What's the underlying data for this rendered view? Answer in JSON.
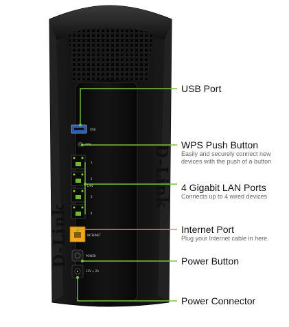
{
  "brand": "D-Link",
  "device_labels": {
    "usb": "USB",
    "wps": "WPS",
    "lan": "LAN",
    "lan_numbers": [
      "1",
      "2",
      "3",
      "4"
    ],
    "internet": "INTERNET",
    "power": "POWER",
    "dc": "12V = 2A"
  },
  "callouts": [
    {
      "id": "usb",
      "title": "USB Port",
      "desc": ""
    },
    {
      "id": "wps",
      "title": "WPS Push Button",
      "desc": "Easily and securely connect new devices with the push of a button"
    },
    {
      "id": "lan",
      "title": "4 Gigabit LAN Ports",
      "desc": "Connects up to 4 wired devices"
    },
    {
      "id": "internet",
      "title": "Internet Port",
      "desc": "Plug your Internet cable in here"
    },
    {
      "id": "power-button",
      "title": "Power Button",
      "desc": ""
    },
    {
      "id": "power-connector",
      "title": "Power Connector",
      "desc": ""
    }
  ],
  "colors": {
    "body": "#0d0d0d",
    "leader": "#7ac142",
    "internet_port": "#f2a81d",
    "lan_led": "#8bd43c"
  }
}
